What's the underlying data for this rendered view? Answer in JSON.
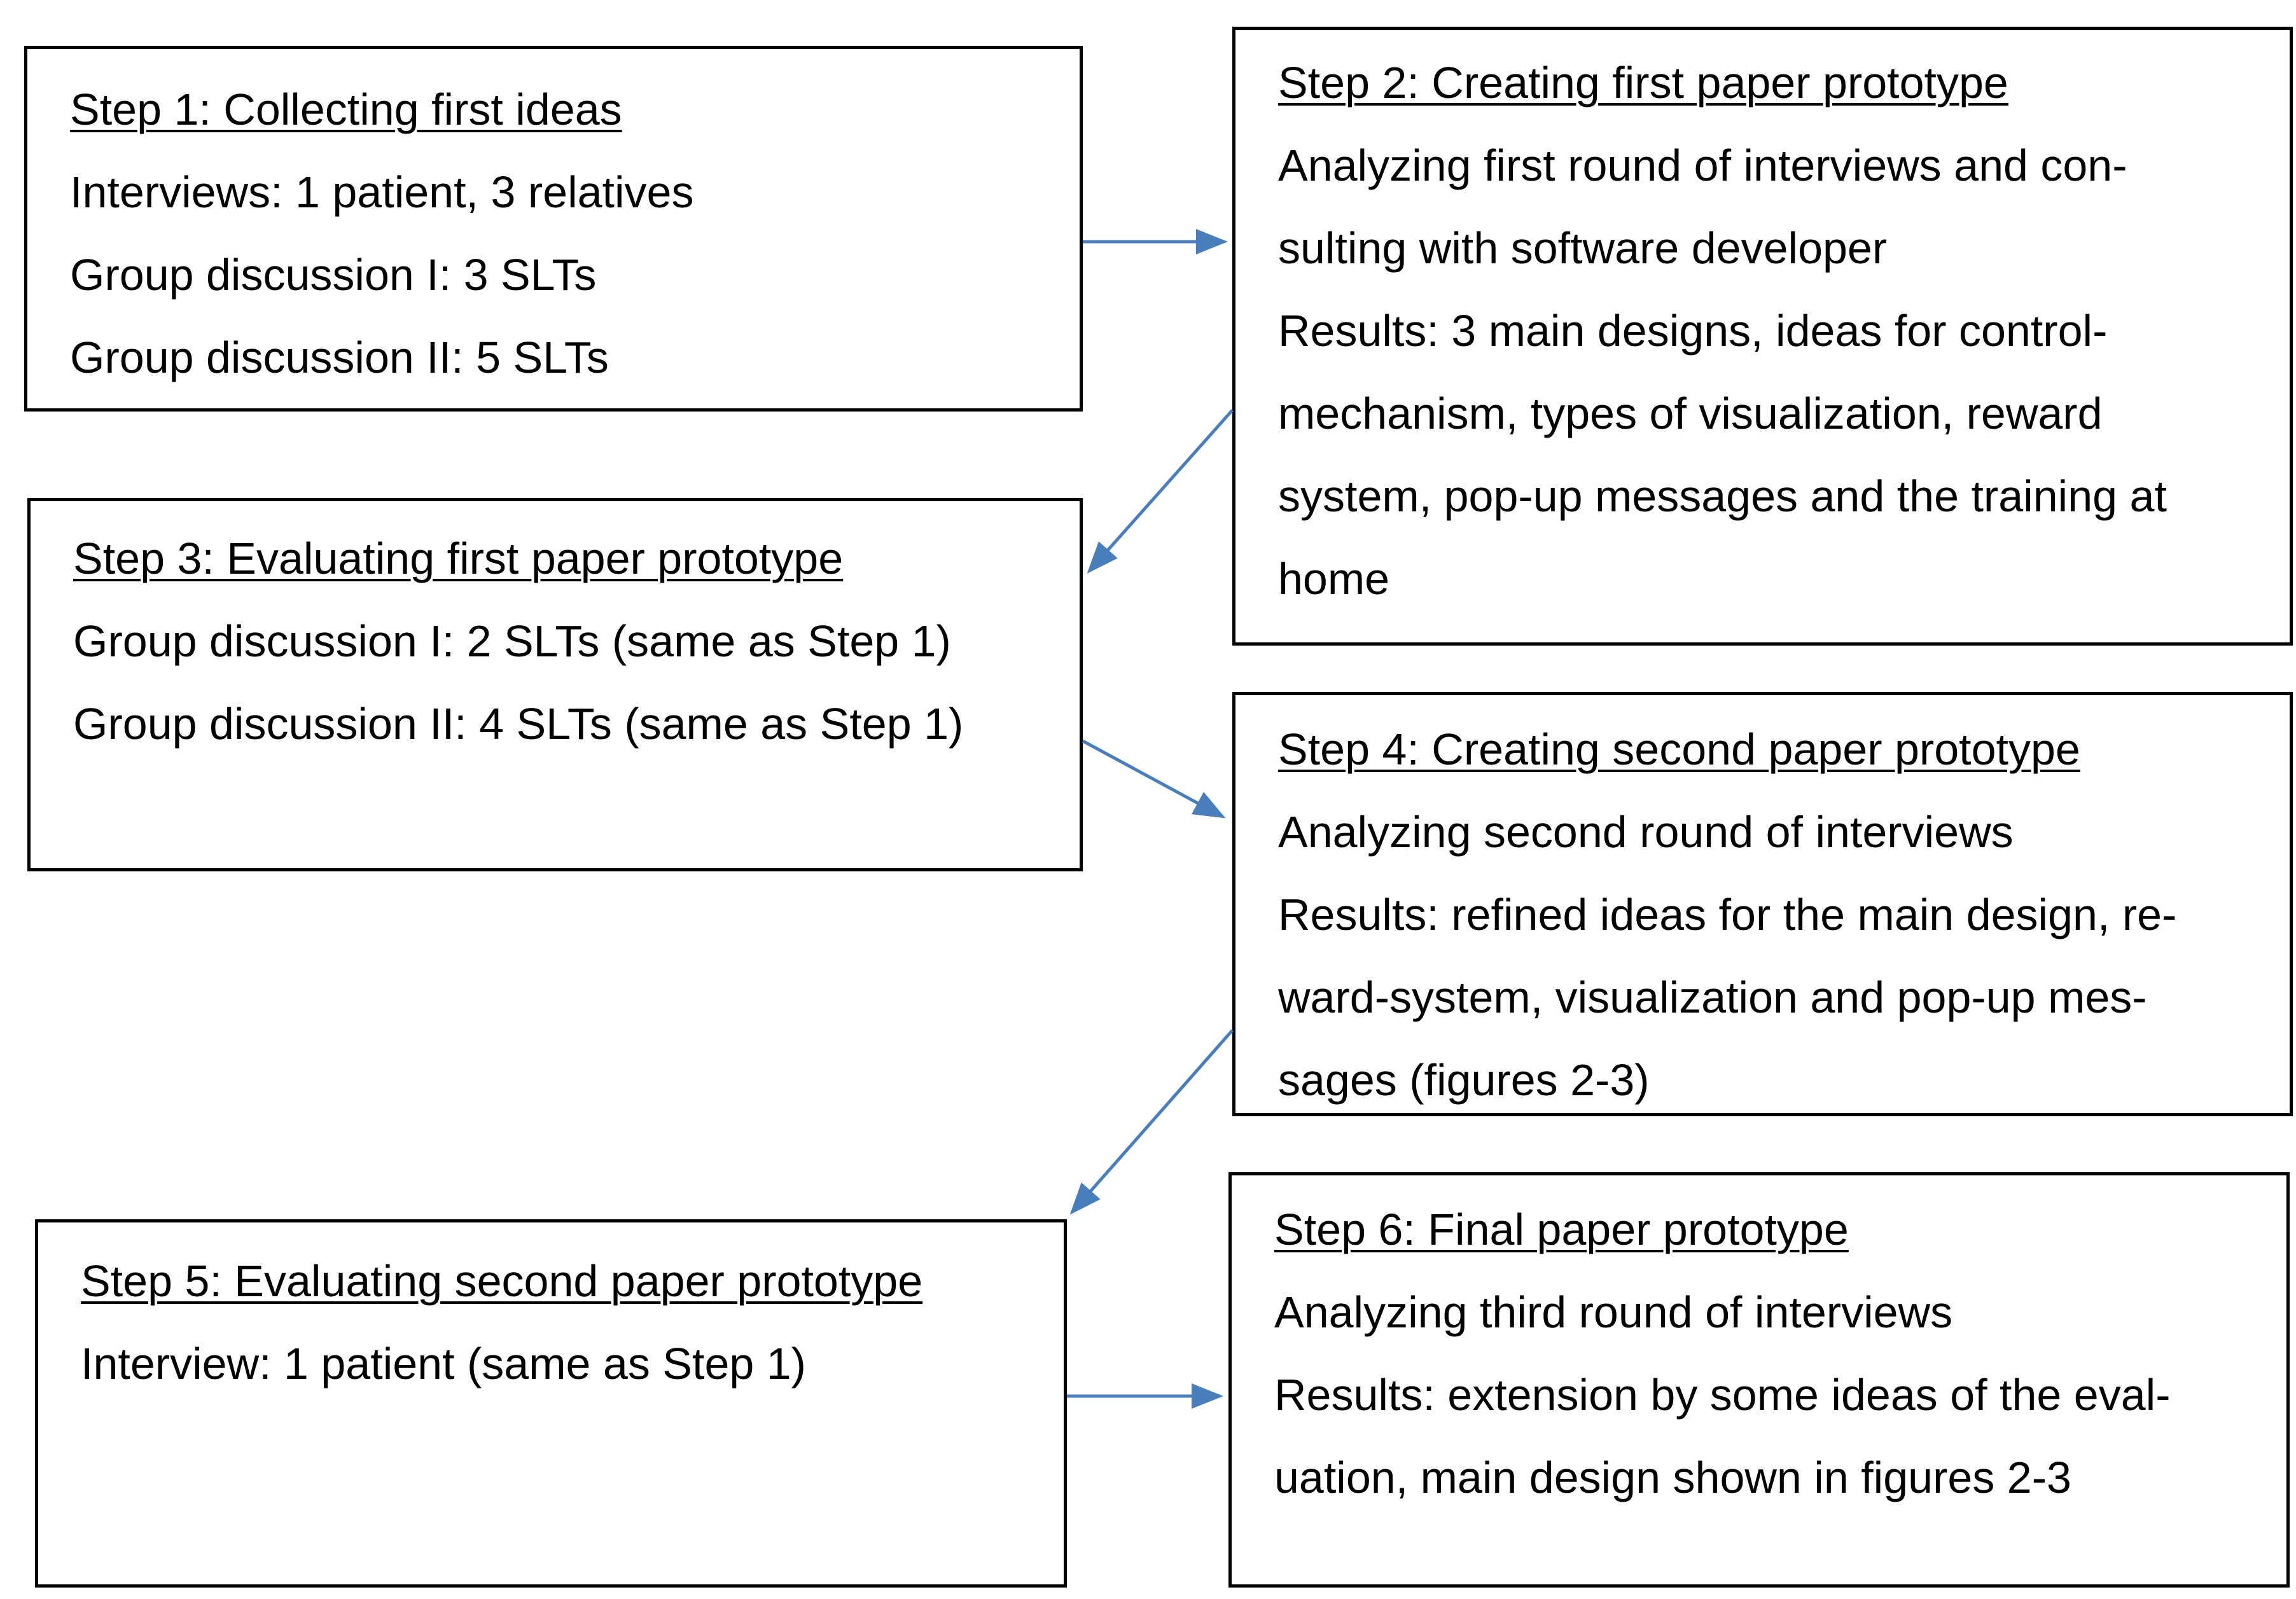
{
  "steps": [
    {
      "title": "Step 1: Collecting first ideas",
      "lines": [
        "Interviews: 1 patient, 3 relatives",
        "Group discussion I: 3 SLTs",
        "Group discussion II: 5 SLTs"
      ]
    },
    {
      "title": "Step 2: Creating first paper prototype",
      "lines": [
        "Analyzing first round of interviews and con-",
        "sulting with software developer",
        "Results: 3 main designs, ideas for control-",
        "mechanism, types of visualization, reward",
        "system, pop-up messages and the training at",
        "home"
      ]
    },
    {
      "title": "Step 3: Evaluating first paper prototype",
      "lines": [
        "Group discussion I: 2 SLTs (same as Step 1)",
        "Group discussion II: 4 SLTs (same as Step 1)"
      ]
    },
    {
      "title": "Step 4: Creating second paper prototype",
      "lines": [
        "Analyzing second round of interviews",
        "Results: refined ideas for the main design, re-",
        "ward-system, visualization and pop-up mes-",
        "sages (figures 2-3)"
      ]
    },
    {
      "title": "Step 5: Evaluating second paper prototype",
      "lines": [
        "Interview: 1 patient (same as Step 1)"
      ]
    },
    {
      "title": "Step 6: Final paper prototype",
      "lines": [
        "Analyzing third round of interviews",
        "Results: extension by some ideas of the eval-",
        "uation, main design shown in figures 2-3"
      ]
    }
  ],
  "colors": {
    "arrow": "#4a7ebb",
    "border": "#000000"
  }
}
